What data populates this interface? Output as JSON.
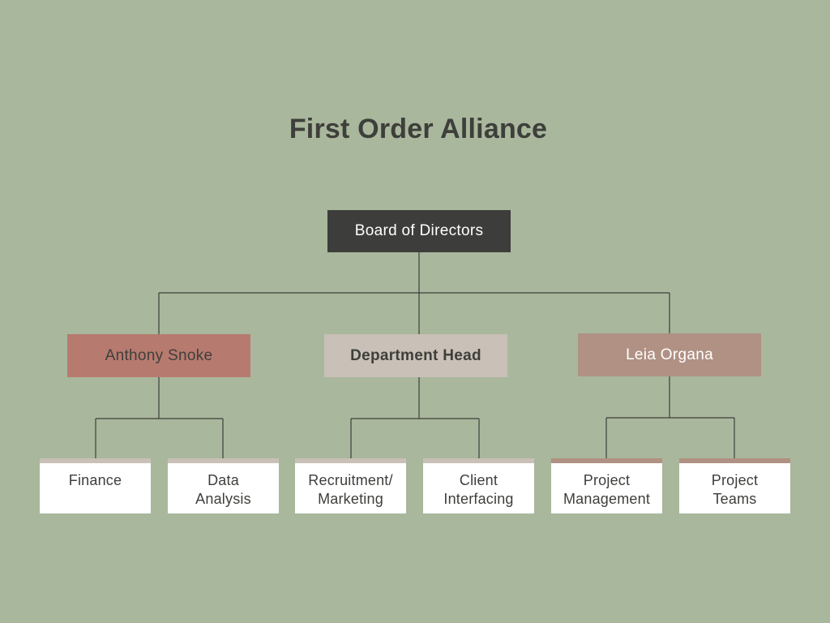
{
  "colors": {
    "background": "#a9b79c",
    "title": "#3e3f3b",
    "connector": "#3e3f3b",
    "root_fill": "#3d3d3b",
    "left_fill": "#b77a6f",
    "center_fill": "#c9c0b7",
    "right_fill": "#b09184",
    "leaf_fill": "#ffffff",
    "leaf_text": "#3e3f3b",
    "mid_text_dark": "#3e3f3b",
    "mid_text_light": "#ffffff",
    "leaf_top_neutral": "#c9c0b7",
    "leaf_top_rose": "#b09184"
  },
  "title": "First Order Alliance",
  "root": {
    "label": "Board of Directors"
  },
  "managers": [
    {
      "label": "Anthony Snoke"
    },
    {
      "label": "Department Head"
    },
    {
      "label": "Leia Organa"
    }
  ],
  "teams": [
    {
      "label": "Finance"
    },
    {
      "label": "Data\nAnalysis"
    },
    {
      "label": "Recruitment/\nMarketing"
    },
    {
      "label": "Client\nInterfacing"
    },
    {
      "label": "Project\nManagement"
    },
    {
      "label": "Project\nTeams"
    }
  ]
}
